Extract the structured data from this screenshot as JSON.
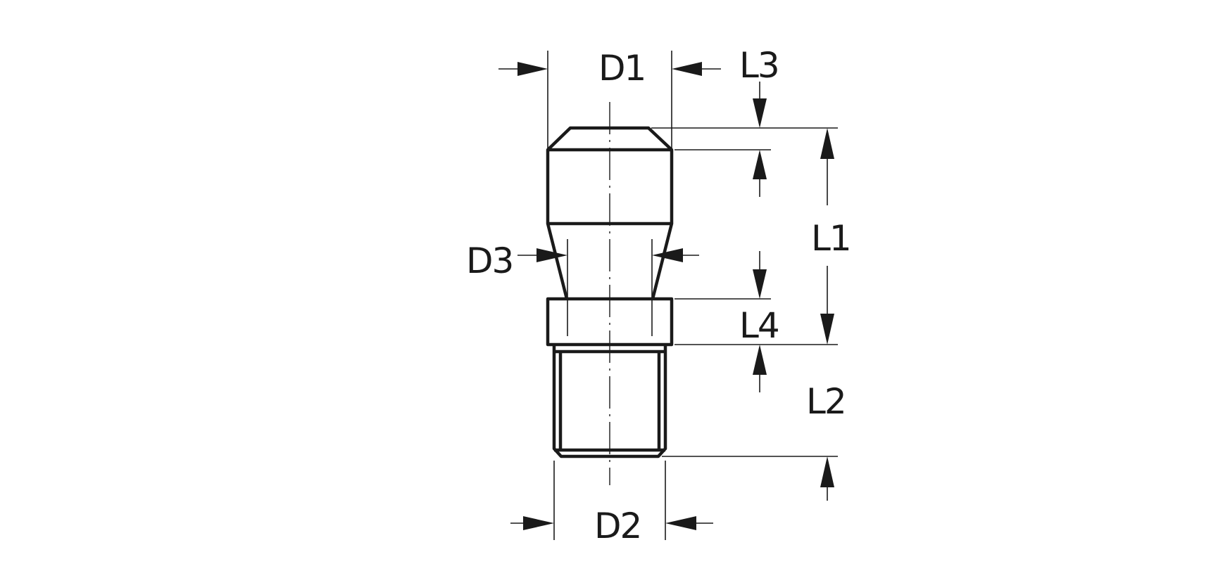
{
  "colors": {
    "ink": "#1a1a1a",
    "background": "#ffffff"
  },
  "labels": {
    "D1": "D1",
    "D2": "D2",
    "D3": "D3",
    "L1": "L1",
    "L2": "L2",
    "L3": "L3",
    "L4": "L4"
  }
}
